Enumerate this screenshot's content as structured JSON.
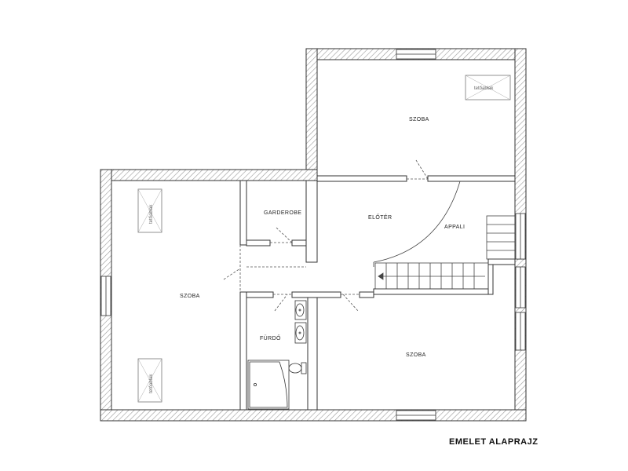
{
  "title": "EMELET ALAPRAJZ",
  "rooms": {
    "szoba_top_right": "SZOBA",
    "szoba_left": "SZOBA",
    "szoba_bottom_right": "SZOBA",
    "gardrob": "GARDEROBE",
    "eloter": "ELŐTÉR",
    "nappali": "APPALI",
    "furdo": "FÜRDŐ"
  },
  "skylights": {
    "label": "tetőablak"
  },
  "colors": {
    "wall_hatch": "#9a9a9a",
    "wall_outline": "#333333",
    "line": "#555555"
  }
}
